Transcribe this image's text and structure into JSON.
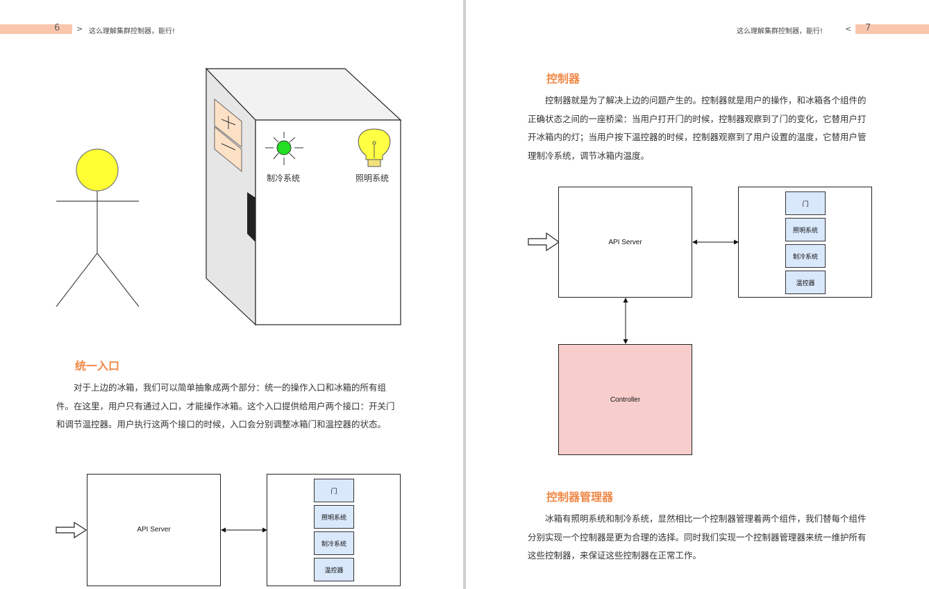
{
  "left_page": {
    "header": {
      "page_number": "6",
      "separator": ">",
      "title": "这么理解集群控制器，能行!"
    },
    "illustration": {
      "labels": {
        "cooling": "制冷系统",
        "lighting": "照明系统"
      },
      "icons": {
        "person": "stick-figure-icon",
        "fridge": "fridge-icon",
        "cooling": "green-light-icon",
        "lighting": "lightbulb-icon"
      }
    },
    "section": {
      "title": "统一入口",
      "paragraph": "对于上边的冰箱，我们可以简单抽象成两个部分：统一的操作入口和冰箱的所有组件。在这里，用户只有通过入口，才能操作冰箱。这个入口提供给用户两个接口：开关门和调节温控器。用户执行这两个接口的时候，入口会分别调整冰箱门和温控器的状态。"
    },
    "diagram": {
      "api_server": "API Server",
      "components": [
        "门",
        "照明系统",
        "制冷系统",
        "温控器"
      ]
    }
  },
  "right_page": {
    "header": {
      "page_number": "7",
      "separator": "<",
      "title": "这么理解集群控制器，能行!"
    },
    "section1": {
      "title": "控制器",
      "paragraph": "控制器就是为了解决上边的问题产生的。控制器就是用户的操作，和冰箱各个组件的正确状态之间的一座桥梁：当用户打开门的时候，控制器观察到了门的变化，它替用户打开冰箱内的灯；当用户按下温控器的时候，控制器观察到了用户设置的温度，它替用户管理制冷系统，调节冰箱内温度。"
    },
    "diagram": {
      "api_server": "API Server",
      "controller": "Controller",
      "components": [
        "门",
        "照明系统",
        "制冷系统",
        "温控器"
      ]
    },
    "section2": {
      "title": "控制器管理器",
      "paragraph": "冰箱有照明系统和制冷系统，显然相比一个控制器管理着两个组件，我们替每个组件分别实现一个控制器是更为合理的选择。同时我们实现一个控制器管理器来统一维护所有这些控制器，来保证这些控制器在正常工作。"
    }
  },
  "colors": {
    "accent": "#f08847",
    "header_bar": "#f9c6ad",
    "component_fill": "#dae8fc",
    "controller_fill": "#f8cecc"
  }
}
